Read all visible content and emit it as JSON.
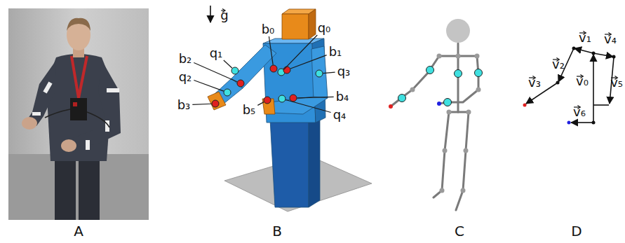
{
  "diagram": {
    "labels": [
      "A",
      "B",
      "C",
      "D",
      "g",
      "b₀",
      "q₀",
      "b₁",
      "q₁",
      "b₂",
      "q₃",
      "q₂",
      "b₃",
      "b₄",
      "b₅",
      "q₄",
      "v₁",
      "v₄",
      "v₂",
      "v₀",
      "v₅",
      "v₃",
      "v₆"
    ]
  }
}
